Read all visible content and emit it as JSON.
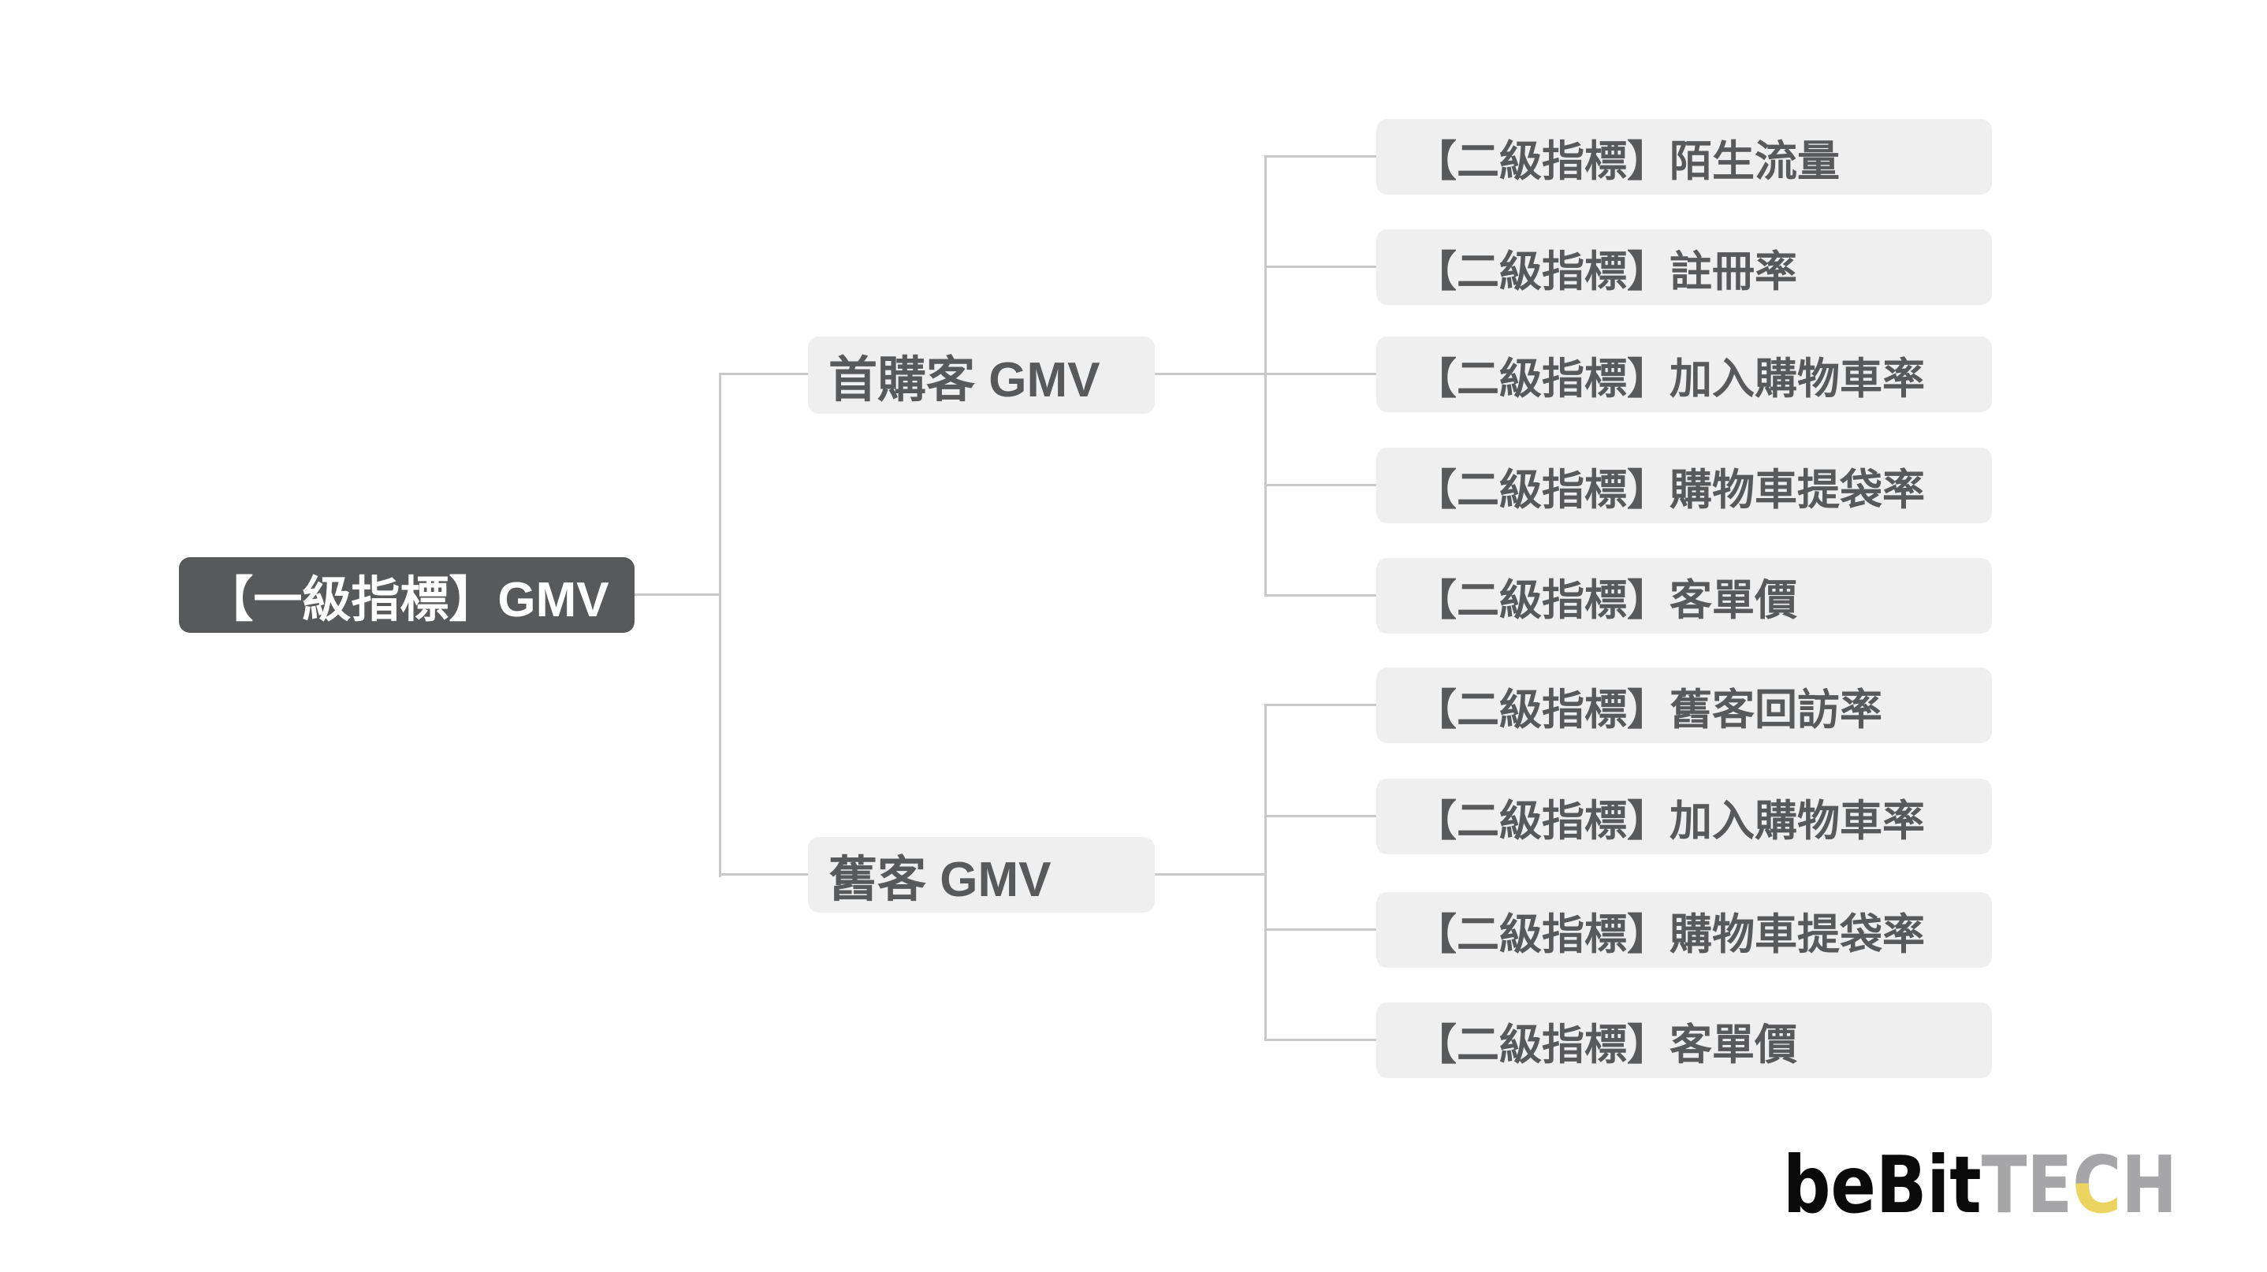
{
  "page": {
    "background": "#ffffff"
  },
  "colors": {
    "root_box_bg": "#58595b",
    "root_box_text": "#ffffff",
    "box_bg": "#efefef",
    "box_text": "#58595b",
    "connector": "#c9c9c9",
    "logo_black": "#0a0a0a",
    "logo_gray": "#a6a6a8",
    "logo_yellow": "#ebd45f"
  },
  "diagram": {
    "root": {
      "label": "【一級指標】GMV"
    },
    "branches": [
      {
        "label": "首購客 GMV",
        "children": [
          "【二級指標】陌生流量",
          "【二級指標】註冊率",
          "【二級指標】加入購物車率",
          "【二級指標】購物車提袋率",
          "【二級指標】客單價"
        ]
      },
      {
        "label": "舊客 GMV",
        "children": [
          "【二級指標】舊客回訪率",
          "【二級指標】加入購物車率",
          "【二級指標】購物車提袋率",
          "【二級指標】客單價"
        ]
      }
    ]
  },
  "logo": {
    "part_black": "beBit",
    "part_gray_1": "TE",
    "part_two_tone": "C",
    "part_gray_2": "H"
  }
}
